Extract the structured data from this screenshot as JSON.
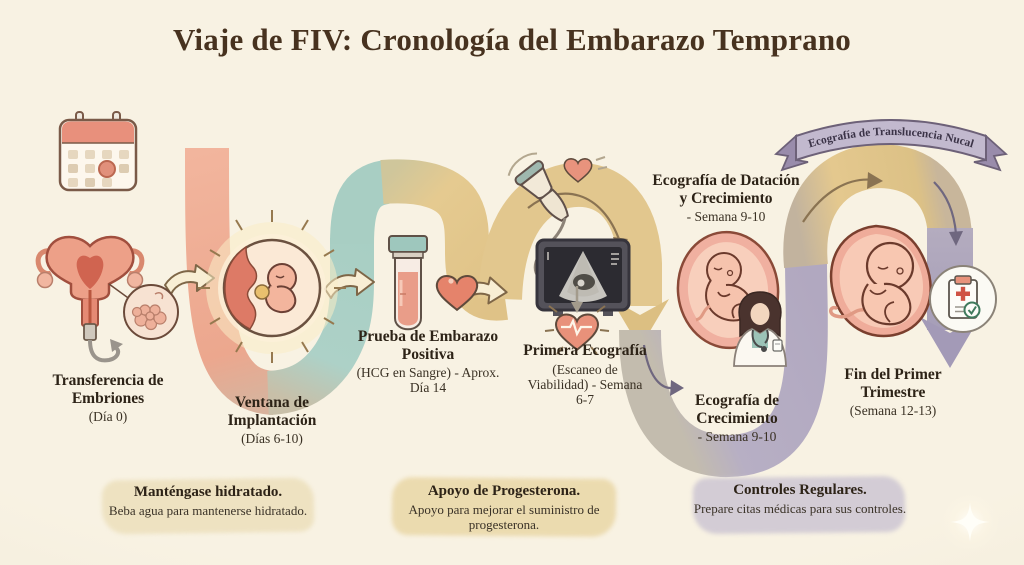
{
  "title": "Viaje de FIV: Cronología del Embarazo Temprano",
  "banner": "Ecografía de Translucencia Nucal",
  "milestones": [
    {
      "title": "Transferencia de Embriones",
      "subtitle": "(Día 0)"
    },
    {
      "title": "Ventana de Implantación",
      "subtitle": "(Días 6-10)"
    },
    {
      "title": "Prueba de Embarazo Positiva",
      "subtitle": "(HCG en Sangre) - Aprox. Día 14"
    },
    {
      "title": "Primera Ecografía",
      "subtitle": "(Escaneo de Viabilidad) - Semana 6-7"
    },
    {
      "title": "Ecografía de Datación y Crecimiento",
      "subtitle": "- Semana 9-10"
    },
    {
      "title": "Ecografía de Crecimiento",
      "subtitle": "- Semana 9-10"
    },
    {
      "title": "Fin del Primer Trimestre",
      "subtitle": "(Semana 12-13)"
    }
  ],
  "notes": [
    {
      "title": "Manténgase hidratado.",
      "body": "Beba agua para mantenerse hidratado."
    },
    {
      "title": "Apoyo de Progesterona.",
      "body": "Apoyo para mejorar el suministro de progesterona."
    },
    {
      "title": "Controles Regulares.",
      "body": "Prepare citas médicas para sus controles."
    }
  ],
  "icons": [
    "calendar-icon",
    "uterus-embryo-transfer-icon",
    "blastocyst-icon",
    "implantation-icon",
    "blood-test-tube-icon",
    "heart-icon",
    "ultrasound-probe-icon",
    "ultrasound-monitor-icon",
    "heartbeat-heart-icon",
    "fetus-week9-icon",
    "doctor-icon",
    "fetus-week12-icon",
    "medical-checklist-icon",
    "nuchal-banner-ribbon",
    "sparkle-icon"
  ],
  "colors": {
    "background": "#f6f0df",
    "title_text": "#47321f",
    "body_text": "#33291d",
    "ribbon_salmon": "#eda98f",
    "ribbon_teal": "#a9cfc5",
    "ribbon_gold": "#e2c68c",
    "ribbon_purple": "#b2a9c1",
    "heart_coral": "#e5836b",
    "highlight_tan": "#ecdfba",
    "highlight_gold": "#e9d6a4",
    "highlight_lavender": "#cbc4d2"
  }
}
